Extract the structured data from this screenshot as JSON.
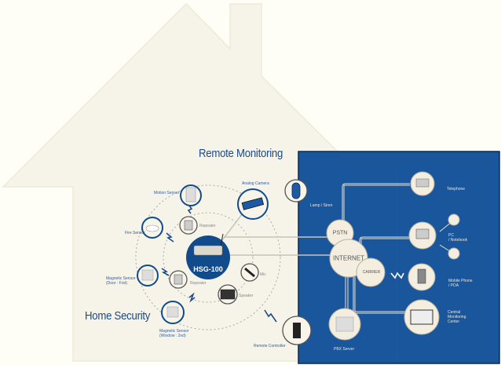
{
  "titles": {
    "remote_monitoring": "Remote Monitoring",
    "home_security": "Home Security"
  },
  "hub": {
    "label": "HSG-100"
  },
  "home_devices": [
    {
      "name": "motion-sensor",
      "label": "Motion Sensor"
    },
    {
      "name": "analog-camera",
      "label": "Analog Camera"
    },
    {
      "name": "fire-sensor",
      "label": "Fire Sensor"
    },
    {
      "name": "repeater-top",
      "label": "Repeater"
    },
    {
      "name": "magnetic-sensor-door",
      "label": "Magnetic Sensor\n(Door : Frst)"
    },
    {
      "name": "repeater-bottom",
      "label": "Repeater"
    },
    {
      "name": "mic",
      "label": "Mic"
    },
    {
      "name": "speaker",
      "label": "Speaker"
    },
    {
      "name": "magnetic-sensor-window",
      "label": "Magnetic Sensor\n(Window : 2nd)"
    },
    {
      "name": "remote-controller",
      "label": "Remote Controller"
    },
    {
      "name": "lamp-siren",
      "label": "Lamp / Siren"
    }
  ],
  "network": {
    "pstn": "PSTN",
    "internet": "INTERNET",
    "carrier": "CARRIER",
    "telephone": "Telephone",
    "pc": "PC\n/ Notebook",
    "mobile": "Mobile Phone\n/ PDA",
    "central": "Central\nMonitoring\nCenter",
    "pbx": "PBX Server"
  },
  "colors": {
    "page_bg": "#fefdf6",
    "house_fill": "#f6f3e9",
    "panel_blue": "#1a569c",
    "accent_blue": "#114b8c",
    "node_cream": "#f3eee0"
  }
}
